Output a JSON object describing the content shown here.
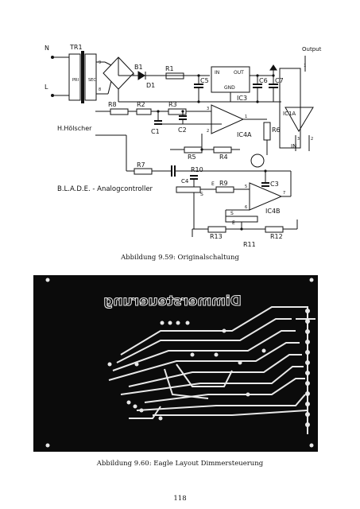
{
  "schematic": {
    "labels": {
      "tr1": "TR1",
      "n": "N",
      "l": "L",
      "pri": "PRI",
      "sec": "SEC",
      "b1": "B1",
      "d1": "D1",
      "r1": "R1",
      "c5": "C5",
      "c6": "C6",
      "c7": "C7",
      "ic3": "IC3",
      "in": "IN",
      "out": "OUT",
      "gnd": "GND",
      "r8": "R8",
      "r2": "R2",
      "r3": "R3",
      "c1": "C1",
      "c2": "C2",
      "ic4a": "IC4A",
      "r6": "R6",
      "r5": "R5",
      "r4": "R4",
      "ic1a": "IC1A",
      "output": "Output",
      "in_side": "IN",
      "r7": "R7",
      "r10": "R10",
      "c4": "C4",
      "r9": "R9",
      "c3": "C3",
      "ic4b": "IC4B",
      "r13": "R13",
      "r12": "R12",
      "r11": "R11",
      "s1": "S",
      "e1": "E",
      "s2": "S",
      "e2": "E",
      "pin9": "9",
      "pin8": "8",
      "pin7": "7",
      "pin5": "5",
      "pin6": "6",
      "pin1": "1",
      "pin3": "3",
      "pin2": "2",
      "pin1b": "1",
      "pin2b": "2",
      "pin3b": "3"
    },
    "author": "H.Hölscher",
    "title": "B.L.A.D.E. - Analogcontroller"
  },
  "pcb": {
    "title": "Dimmersteuerung"
  },
  "captions": {
    "fig59": "Abbildung 9.59: Originalschaltung",
    "fig60": "Abbildung 9.60: Eagle Layout Dimmersteuerung"
  },
  "page_number": "118"
}
